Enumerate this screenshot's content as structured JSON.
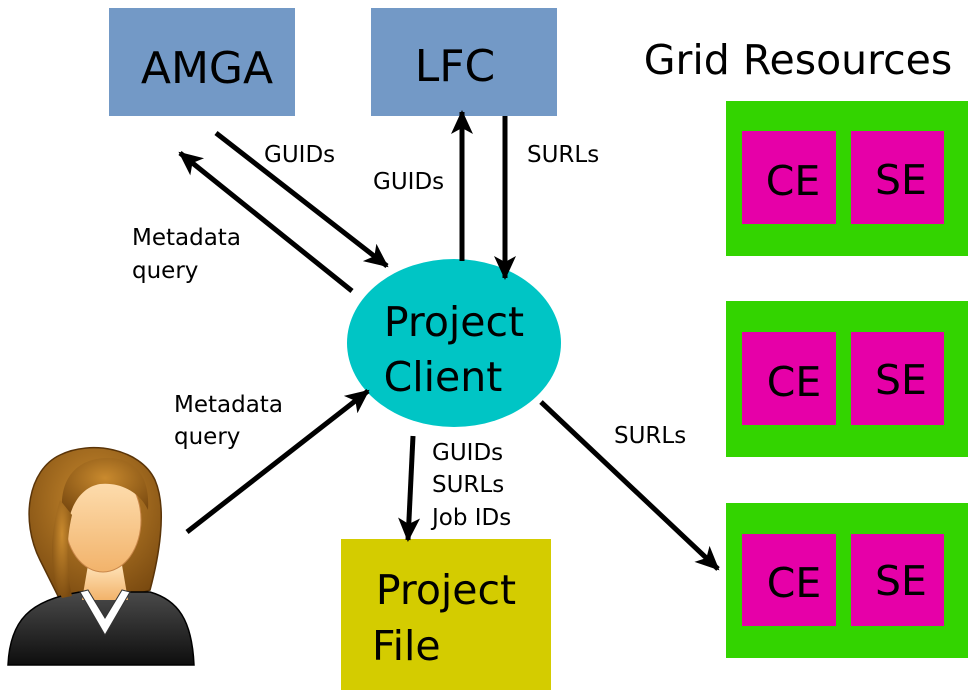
{
  "heading": "Grid Resources",
  "nodes": {
    "amga": "AMGA",
    "lfc": "LFC",
    "client_line1": "Project",
    "client_line2": "Client",
    "file_line1": "Project",
    "file_line2": "File"
  },
  "grid": {
    "groups": [
      {
        "ce": "CE",
        "se": "SE"
      },
      {
        "ce": "CE",
        "se": "SE"
      },
      {
        "ce": "CE",
        "se": "SE"
      }
    ]
  },
  "edges": {
    "amga_guids": "GUIDs",
    "amga_query_line1": "Metadata",
    "amga_query_line2": "query",
    "lfc_guids": "GUIDs",
    "lfc_surls": "SURLs",
    "user_query_line1": "Metadata",
    "user_query_line2": "query",
    "file_line1": "GUIDs",
    "file_line2": "SURLs",
    "file_line3": "Job IDs",
    "grid_surls": "SURLs"
  },
  "colors": {
    "metadata_service": "#7399c6",
    "client": "#00c5c5",
    "project_file": "#d4cc00",
    "grid_frame": "#33d400",
    "grid_cell": "#e600a8",
    "arrow": "#000000"
  }
}
